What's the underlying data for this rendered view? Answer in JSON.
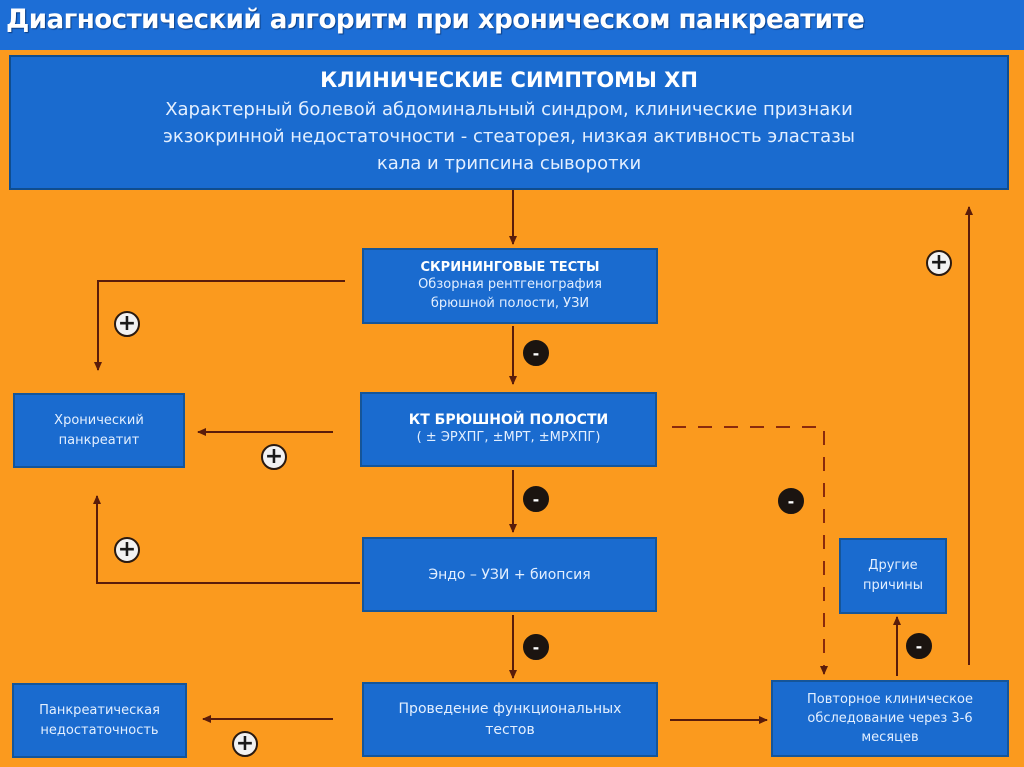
{
  "title": "Диагностический алгоритм при хроническом панкреатите",
  "colors": {
    "header_bg": "#1d6ed6",
    "panel_bg": "#fb9a1e",
    "box_bg": "#1a6bcf",
    "arrow": "#5a1c0a"
  },
  "nodes": {
    "symptoms": {
      "heading": "КЛИНИЧЕСКИЕ СИМПТОМЫ ХП",
      "lines": [
        "Характерный болевой абдоминальный синдром, клинические признаки",
        "экзокринной недостаточности - стеаторея, низкая активность эластазы",
        "кала и трипсина сыворотки"
      ]
    },
    "screening": {
      "heading": "СКРИНИНГОВЫЕ ТЕСТЫ",
      "lines": [
        "Обзорная рентгенография",
        "брюшной полости, УЗИ"
      ]
    },
    "ct": {
      "heading": "КТ БРЮШНОЙ ПОЛОСТИ",
      "lines": [
        "( ± ЭРХПГ, ±МРТ, ±МРХПГ)"
      ]
    },
    "endo": {
      "lines": [
        "Эндо – УЗИ + биопсия"
      ]
    },
    "functional": {
      "lines": [
        "Проведение функциональных",
        "тестов"
      ]
    },
    "chronic": {
      "lines": [
        "Хронический",
        "панкреатит"
      ]
    },
    "insufficiency": {
      "lines": [
        "Панкреатическая",
        "недостаточность"
      ]
    },
    "other": {
      "lines": [
        "Другие",
        "причины"
      ]
    },
    "repeat": {
      "lines": [
        "Повторное клиническое",
        "обследование через 3-6",
        "месяцев"
      ]
    }
  },
  "badges": {
    "plus": "+",
    "minus": "-"
  }
}
